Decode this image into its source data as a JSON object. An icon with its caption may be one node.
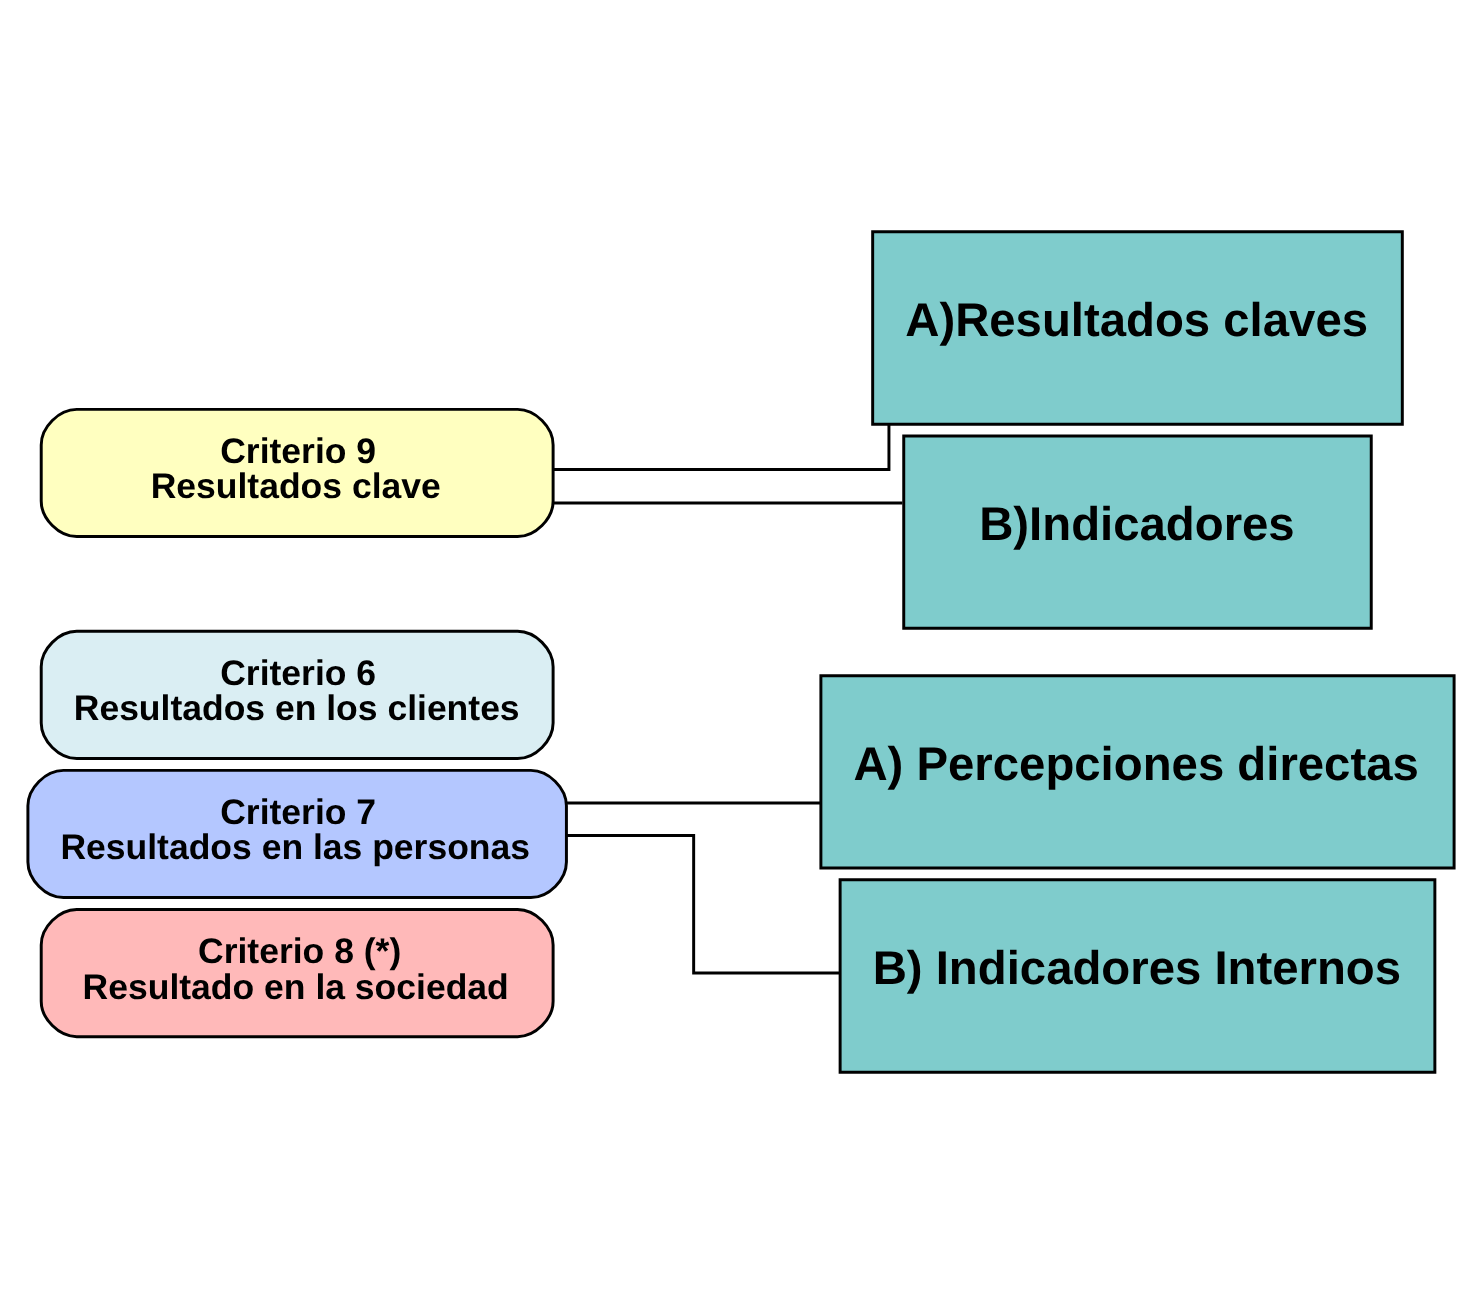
{
  "diagram": {
    "nodes": [
      {
        "text": [
          "Criterio 6",
          "Resultados en los clientes"
        ]
      },
      {
        "text": [
          "Criterio 7",
          "Resultados en las personas"
        ]
      },
      {
        "text": [
          "Criterio 8 (*)",
          "Resultado en la sociedad"
        ]
      },
      {
        "text": [
          "A) Percepciones directas"
        ]
      },
      {
        "text": [
          "B) Indicadores Internos"
        ]
      },
      {
        "text": [
          "Criterio 9",
          "Resultados clave"
        ]
      },
      {
        "text": [
          "A)Resultados claves"
        ]
      },
      {
        "text": [
          "B)Indicadores"
        ]
      }
    ],
    "edges": [
      {
        "from": 1,
        "to": 3,
        "arrow": "none"
      },
      {
        "from": 1,
        "to": 4,
        "arrow": "none"
      },
      {
        "from": 5,
        "to": 6,
        "arrow": "none"
      },
      {
        "from": 5,
        "to": 7,
        "arrow": "none"
      }
    ]
  }
}
